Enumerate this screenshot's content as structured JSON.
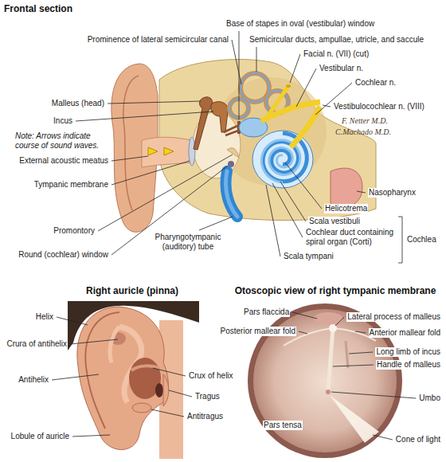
{
  "diagram": {
    "labels": [
      "Frontal section",
      "Base of stapes in oval (vestibular) window",
      "Prominence of lateral semicircular canal",
      "Semicircular ducts, ampullae, utricle, and saccule",
      "Facial n. (VII) (cut)",
      "Vestibular n.",
      "Cochlear n.",
      "Vestibulocochlear n. (VIII)",
      "Malleus (head)",
      "Incus",
      "Note: Arrows indicate course of sound waves.",
      "External acoustic meatus",
      "Tympanic membrane",
      "Promontory",
      "Round (cochlear) window",
      "Pharyngotympanic (auditory) tube",
      "Nasopharynx",
      "Helicotrema",
      "Scala vestibuli",
      "Cochlear duct containing spiral organ (Corti)",
      "Scala tympani",
      "Cochlea",
      "F. Netter M.D.",
      "C.Machado M.D.",
      "Right auricle (pinna)",
      "Helix",
      "Crura of antihelix",
      "Antihelix",
      "Crux of helix",
      "Tragus",
      "Antitragus",
      "Lobule of auricle",
      "Otoscopic view of right tympanic membrane",
      "Pars flaccida",
      "Lateral process of malleus",
      "Posterior mallear fold",
      "Anterior mallear fold",
      "Long limb of incus",
      "Handle of malleus",
      "Umbo",
      "Pars tensa",
      "Cone of light"
    ]
  }
}
